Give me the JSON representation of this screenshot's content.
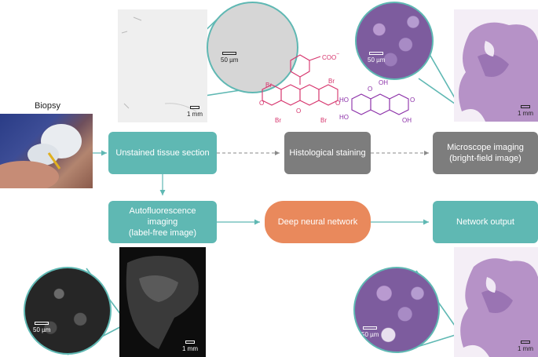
{
  "biopsy": {
    "label": "Biopsy"
  },
  "boxes": {
    "unstained": "Unstained tissue section",
    "staining": "Histological staining",
    "microscope_line1": "Microscope imaging",
    "microscope_line2": "(bright-field image)",
    "autofluor_line1": "Autofluorescence imaging",
    "autofluor_line2": "(label-free image)",
    "dnn": "Deep neural network",
    "output": "Network output"
  },
  "scale_bars": {
    "unstained_overview": "1 mm",
    "unstained_zoom": "50 µm",
    "stained_zoom": "50 µm",
    "stained_overview": "1 mm",
    "autofluor_zoom": "50 µm",
    "autofluor_overview": "1 mm",
    "output_zoom": "50 µm",
    "output_overview": "1 mm"
  },
  "eosin": {
    "coo": "COO",
    "charge": "−",
    "br": "Br",
    "o": "O",
    "o_minus": "O"
  },
  "hematoxylin": {
    "oh": "OH",
    "ho": "HO",
    "o": "O"
  },
  "colors": {
    "teal": "#5fb8b3",
    "gray": "#7d7d7d",
    "orange": "#e9895c",
    "eosin": "#d6336c",
    "hematoxylin": "#8b2fa8"
  }
}
